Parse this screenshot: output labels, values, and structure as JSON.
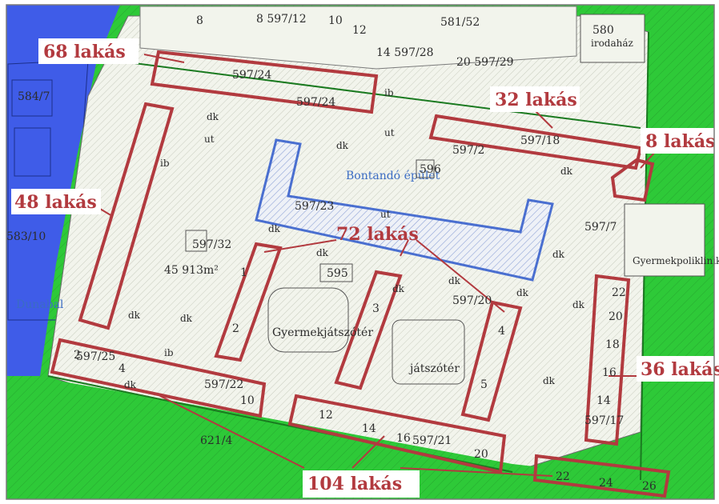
{
  "map": {
    "colors": {
      "water": "#3f5ce8",
      "green": "#2ec938",
      "block": "#f4f6ee",
      "building_outline": "#b23a3f",
      "demolish": "#4a6fd0",
      "callout_text": "#b23a3f",
      "label_box": "#ffffff"
    },
    "callouts": [
      {
        "id": "c68",
        "text": "68 lakás"
      },
      {
        "id": "c48",
        "text": "48 lakás"
      },
      {
        "id": "c32",
        "text": "32 lakás"
      },
      {
        "id": "c8",
        "text": "8 lakás"
      },
      {
        "id": "c72",
        "text": "72 lakás"
      },
      {
        "id": "c36",
        "text": "36 lakás"
      },
      {
        "id": "c104",
        "text": "104 lakás"
      }
    ],
    "demolish_label": "Bontandó épület",
    "place_labels": {
      "gyermek": "Gyermekjátszótér",
      "jatszoter": "játszótér",
      "irodahaz": "irodaház",
      "gyermekpoliklinika": "Gyermekpoliklinika",
      "Duna": "Dunabal"
    },
    "parcel_labels": [
      {
        "id": "p597_24a",
        "text": "597/24"
      },
      {
        "id": "p597_24b",
        "text": "597/24"
      },
      {
        "id": "p597_2",
        "text": "597/2"
      },
      {
        "id": "p597_18",
        "text": "597/18"
      },
      {
        "id": "p597_32",
        "text": "597/32"
      },
      {
        "id": "p597_25",
        "text": "597/25"
      },
      {
        "id": "p597_23",
        "text": "597/23"
      },
      {
        "id": "p597_22",
        "text": "597/22"
      },
      {
        "id": "p597_20",
        "text": "597/20"
      },
      {
        "id": "p597_17",
        "text": "597/17"
      },
      {
        "id": "p595",
        "text": "595"
      },
      {
        "id": "p596",
        "text": "596"
      },
      {
        "id": "p584",
        "text": "584/7"
      },
      {
        "id": "p583",
        "text": "583/10"
      },
      {
        "id": "p580",
        "text": "580"
      },
      {
        "id": "p621",
        "text": "621/4"
      },
      {
        "id": "p451",
        "text": "45 913m²"
      },
      {
        "id": "p597_7",
        "text": "597/7"
      },
      {
        "id": "p14_28",
        "text": "14 597/28"
      },
      {
        "id": "p20_29",
        "text": "20 597/29"
      },
      {
        "id": "p8_12",
        "text": "8 597/12"
      },
      {
        "id": "p581_52",
        "text": "581/52"
      },
      {
        "id": "p597_21",
        "text": "597/21"
      }
    ],
    "house_numbers": [
      "1",
      "2",
      "3",
      "4",
      "5",
      "2",
      "4",
      "10",
      "12",
      "14",
      "16",
      "20",
      "22",
      "24",
      "26",
      "14",
      "16",
      "18",
      "20",
      "22",
      "8",
      "10",
      "12"
    ],
    "landuse_codes": [
      "dk",
      "ut",
      "ib",
      "dk",
      "dk",
      "ut",
      "dk",
      "dk",
      "dk",
      "dk",
      "dk",
      "dk",
      "ib",
      "dk",
      "dk",
      "ut",
      "ib",
      "dk",
      "dk",
      "dk"
    ]
  }
}
